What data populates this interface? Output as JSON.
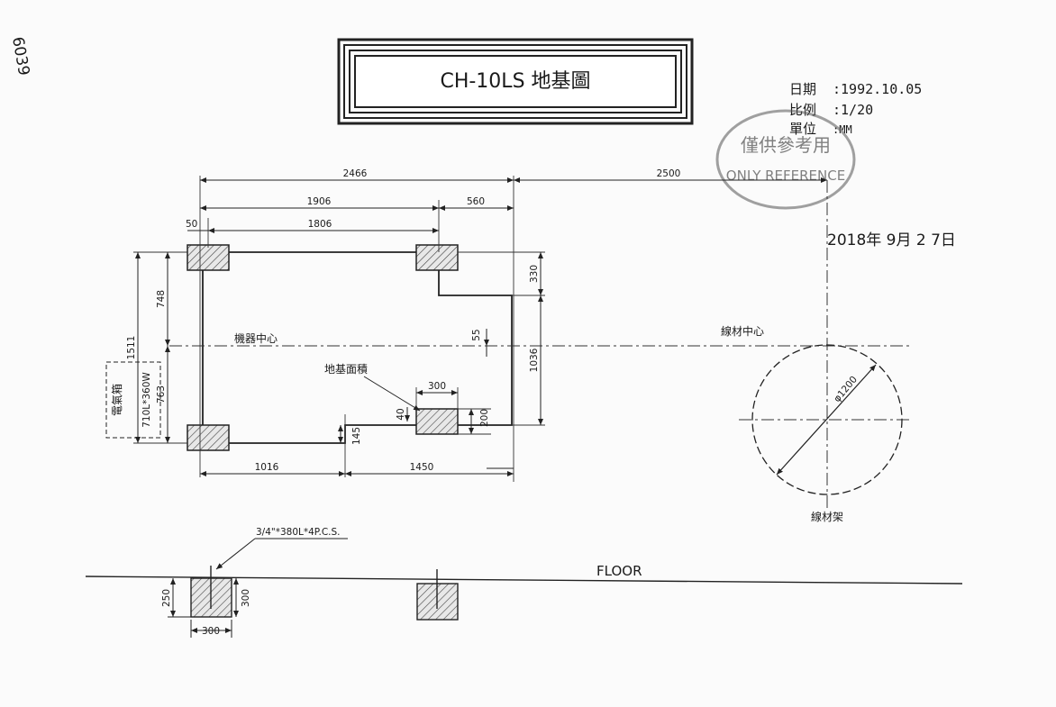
{
  "margin_note": "6039",
  "title": "CH-10LS 地基圖",
  "info": {
    "date_label": "日期",
    "date_value": ":1992.10.05",
    "scale_label": "比例",
    "scale_value": ":1/20",
    "unit_label": "單位",
    "unit_value": ":MM"
  },
  "stamp": {
    "line1": "僅供參考用",
    "line2": "ONLY REFERENCE",
    "date": "2018年 9月 2 7日"
  },
  "dimensions": {
    "d2466": "2466",
    "d2500": "2500",
    "d1906": "1906",
    "d560": "560",
    "d1806": "1806",
    "d50": "50",
    "d330": "330",
    "d748": "748",
    "d1511": "1511",
    "d763": "763",
    "d55": "55",
    "d1036": "1036",
    "d300": "300",
    "d40": "40",
    "d200": "200",
    "d145": "145",
    "d1016": "1016",
    "d1450": "1450",
    "d1200": "φ1200",
    "d250": "250",
    "d300b": "300",
    "d300c": "300"
  },
  "labels": {
    "machine_center": "機器中心",
    "wire_center": "線材中心",
    "foundation_area": "地基面積",
    "electric_box": "電氣箱",
    "electric_box_size": "710L*360W",
    "wire_rack": "線材架",
    "bolt_spec": "3/4\"*380L*4P.C.S.",
    "floor": "FLOOR"
  }
}
